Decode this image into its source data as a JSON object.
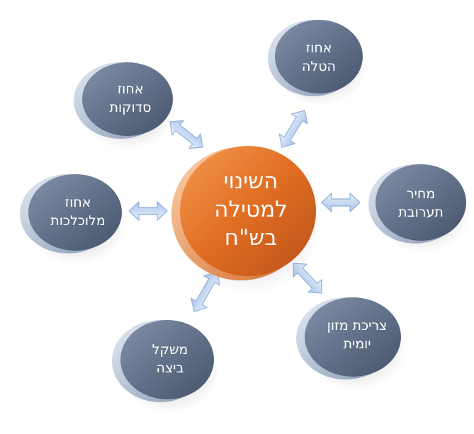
{
  "center": {
    "lines": [
      "השינוי",
      "למטילה",
      "בש\"ח"
    ]
  },
  "nodes": [
    {
      "id": "hatala",
      "lines": [
        "אחוז",
        "הטלה"
      ]
    },
    {
      "id": "sdukot",
      "lines": [
        "אחוז",
        "סדוקות"
      ]
    },
    {
      "id": "taarovet",
      "lines": [
        "מחיר",
        "תערובת"
      ]
    },
    {
      "id": "melukhlakhot",
      "lines": [
        "אחוז",
        "מלוכלכות"
      ]
    },
    {
      "id": "tzricha",
      "lines": [
        "צריכת מזון",
        "יומית"
      ]
    },
    {
      "id": "mishkal",
      "lines": [
        "משקל",
        "ביצה"
      ]
    }
  ],
  "colors": {
    "center_fill": "#e8742a",
    "center_rim": "#f6a868",
    "node_fill": "#5f6e86",
    "node_rim": "#b6c4d8",
    "arrow_fill": "#c9dbf3",
    "arrow_stroke": "#8fb0dc",
    "text": "#ffffff"
  }
}
